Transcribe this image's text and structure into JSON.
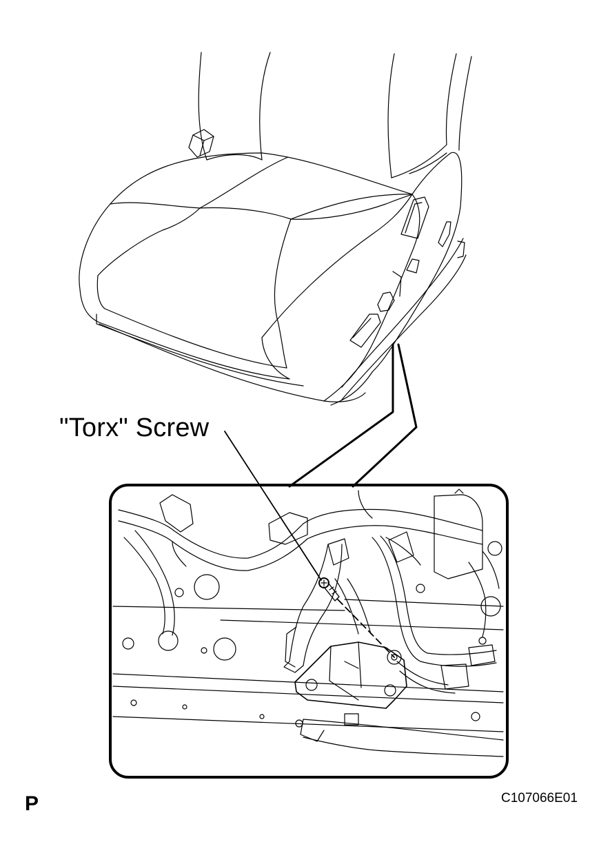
{
  "callout": {
    "label": "\"Torx\" Screw"
  },
  "view_letter": "P",
  "figure_code": "C107066E01",
  "colors": {
    "line": "#000000",
    "background": "#ffffff"
  }
}
